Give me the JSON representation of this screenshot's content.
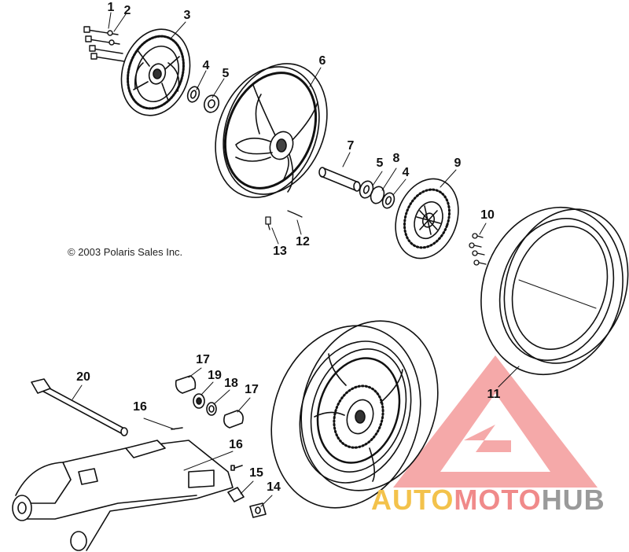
{
  "copyright": "© 2003 Polaris Sales Inc.",
  "callouts": [
    {
      "id": "c1",
      "label": "1"
    },
    {
      "id": "c2",
      "label": "2"
    },
    {
      "id": "c3",
      "label": "3"
    },
    {
      "id": "c4a",
      "label": "4"
    },
    {
      "id": "c5a",
      "label": "5"
    },
    {
      "id": "c6",
      "label": "6"
    },
    {
      "id": "c7",
      "label": "7"
    },
    {
      "id": "c5b",
      "label": "5"
    },
    {
      "id": "c8",
      "label": "8"
    },
    {
      "id": "c4b",
      "label": "4"
    },
    {
      "id": "c9",
      "label": "9"
    },
    {
      "id": "c10",
      "label": "10"
    },
    {
      "id": "c12",
      "label": "12"
    },
    {
      "id": "c13",
      "label": "13"
    },
    {
      "id": "c11",
      "label": "11"
    },
    {
      "id": "c20",
      "label": "20"
    },
    {
      "id": "c17a",
      "label": "17"
    },
    {
      "id": "c19",
      "label": "19"
    },
    {
      "id": "c18",
      "label": "18"
    },
    {
      "id": "c17b",
      "label": "17"
    },
    {
      "id": "c16a",
      "label": "16"
    },
    {
      "id": "c16b",
      "label": "16"
    },
    {
      "id": "c15",
      "label": "15"
    },
    {
      "id": "c14",
      "label": "14"
    }
  ],
  "watermark": {
    "part1": "AUTO",
    "part2": "MOTO",
    "part3": "HUB",
    "colors": {
      "part1": "#f3c24b",
      "part2": "#f08a8a",
      "part3": "#9a9a9a",
      "logo": "#f08080"
    }
  }
}
